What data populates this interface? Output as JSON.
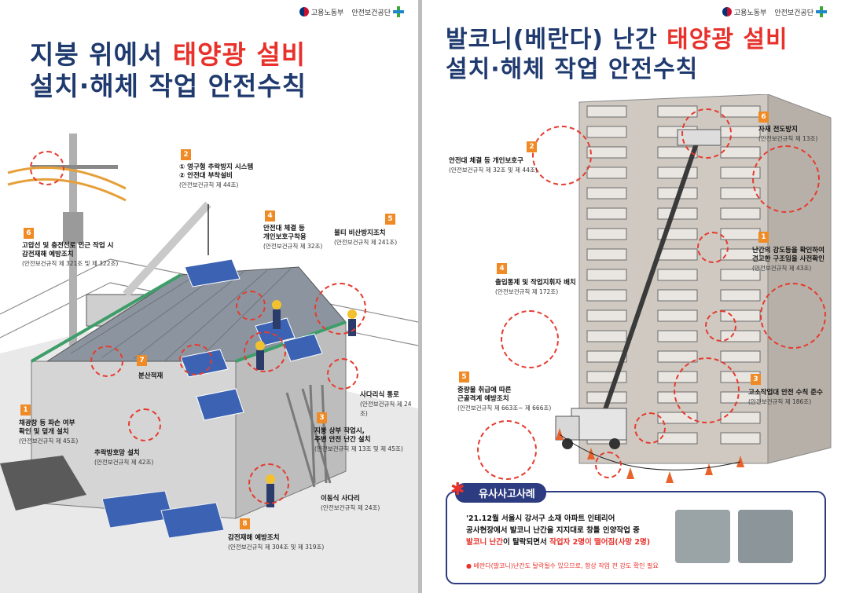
{
  "left": {
    "logos": {
      "ministry": "고용노동부",
      "agency": "안전보건공단"
    },
    "title_line1_a": "지붕 위에서 ",
    "title_line1_hl": "태양광 설비",
    "title_line2": "설치·해체 작업 안전수칙",
    "notes": [
      {
        "num": "2",
        "lines": [
          "① 영구형 추락방지 시스템",
          "② 안전대 부착설비"
        ],
        "law": "(안전보건규칙 제 44조)"
      },
      {
        "num": "4",
        "lines": [
          "안전대 체결 등",
          "개인보호구착용"
        ],
        "law": "(안전보건규칙 제 32조)"
      },
      {
        "num": "5",
        "lines": [
          "불티 비산방지조치"
        ],
        "law": "(안전보건규칙 제 241조)"
      },
      {
        "num": "6",
        "lines": [
          "고압선 및 충전선로 인근 작업 시",
          "감전재해 예방조치"
        ],
        "law": "(안전보건규칙 제 321조 및 제 322조)"
      },
      {
        "num": "7",
        "lines": [
          "분산적재"
        ],
        "law": ""
      },
      {
        "num": "1",
        "lines": [
          "채광창 등 파손 여부",
          "확인 및 덮개 설치"
        ],
        "law": "(안전보건규칙 제 45조)"
      },
      {
        "num": "",
        "lines": [
          "추락방호망 설치"
        ],
        "law": "(안전보건규칙 제 42조)"
      },
      {
        "num": "3",
        "lines": [
          "지붕 상부 작업시,",
          "주변 안전 난간 설치"
        ],
        "law": "(안전보건규칙 제 13조 및 제 45조)"
      },
      {
        "num": "",
        "lines": [
          "사다리식 통로"
        ],
        "law": "(안전보건규칙 제 24조)"
      },
      {
        "num": "",
        "lines": [
          "이동식 사다리"
        ],
        "law": "(안전보건규칙 제 24조)"
      },
      {
        "num": "8",
        "lines": [
          "감전재해 예방조치"
        ],
        "law": "(안전보건규칙 제 304조 및 제 319조)"
      }
    ]
  },
  "right": {
    "logos": {
      "ministry": "고용노동부",
      "agency": "안전보건공단"
    },
    "title_line1_a": "발코니(베란다) 난간 ",
    "title_line1_hl": "태양광 설비",
    "title_line2": "설치·해체 작업 안전수칙",
    "notes": [
      {
        "num": "2",
        "lines": [
          "안전대 체결 등 개인보호구"
        ],
        "law": "(안전보건규칙 제 32조 및 제 44조)"
      },
      {
        "num": "6",
        "lines": [
          "자재 전도방지"
        ],
        "law": "(안전보건규칙 제 13조)"
      },
      {
        "num": "1",
        "lines": [
          "난간의 강도등을 확인하여",
          "견고한 구조임을 사전확인"
        ],
        "law": "(안전보건규칙 제 43조)"
      },
      {
        "num": "4",
        "lines": [
          "출입통제 및 작업지휘자 배치"
        ],
        "law": "(안전보건규칙 제 172조)"
      },
      {
        "num": "5",
        "lines": [
          "중량물 취급에 따른",
          "근골격계 예방조치"
        ],
        "law": "(안전보건규칙 제 663조~ 제 666조)"
      },
      {
        "num": "3",
        "lines": [
          "고소작업대 안전 수칙 준수"
        ],
        "law": "(안전보건규칙 제 186조)"
      }
    ],
    "case": {
      "heading": "유사사고사례",
      "line1": "'21.12월 서울시 강서구 소재 아파트 인테리어",
      "line2": "공사현장에서 발코니 난간을 지지대로 창틀 인양작업 중",
      "line3_red": "발코니 난간",
      "line3_mid": "이 탈락되면서 ",
      "line3_red2": "작업자 2명이 떨어짐(사망 2명)",
      "warn": "베란다(발코니)난간도 탈락될수 있으므로, 항상 작업 전 강도 확인 필요"
    }
  }
}
